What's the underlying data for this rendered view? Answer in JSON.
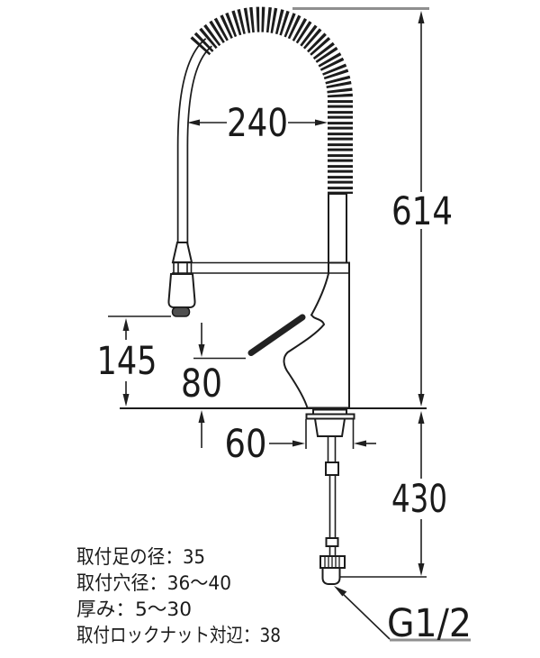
{
  "dimensions": {
    "arch_width": "240",
    "total_height": "614",
    "spout_height": "145",
    "lever_height": "80",
    "base_diameter": "60",
    "under_counter_length": "430",
    "connection_thread": "G1/2"
  },
  "notes": [
    "取付足の径：35",
    "取付穴径：36〜40",
    "厚み：5〜30",
    "取付ロックナット対辺：38"
  ],
  "colors": {
    "line": "#1c1c1c",
    "accent_gray": "#8f8f8f",
    "nozzle_fill": "#4f4f4f",
    "background": "#ffffff"
  }
}
